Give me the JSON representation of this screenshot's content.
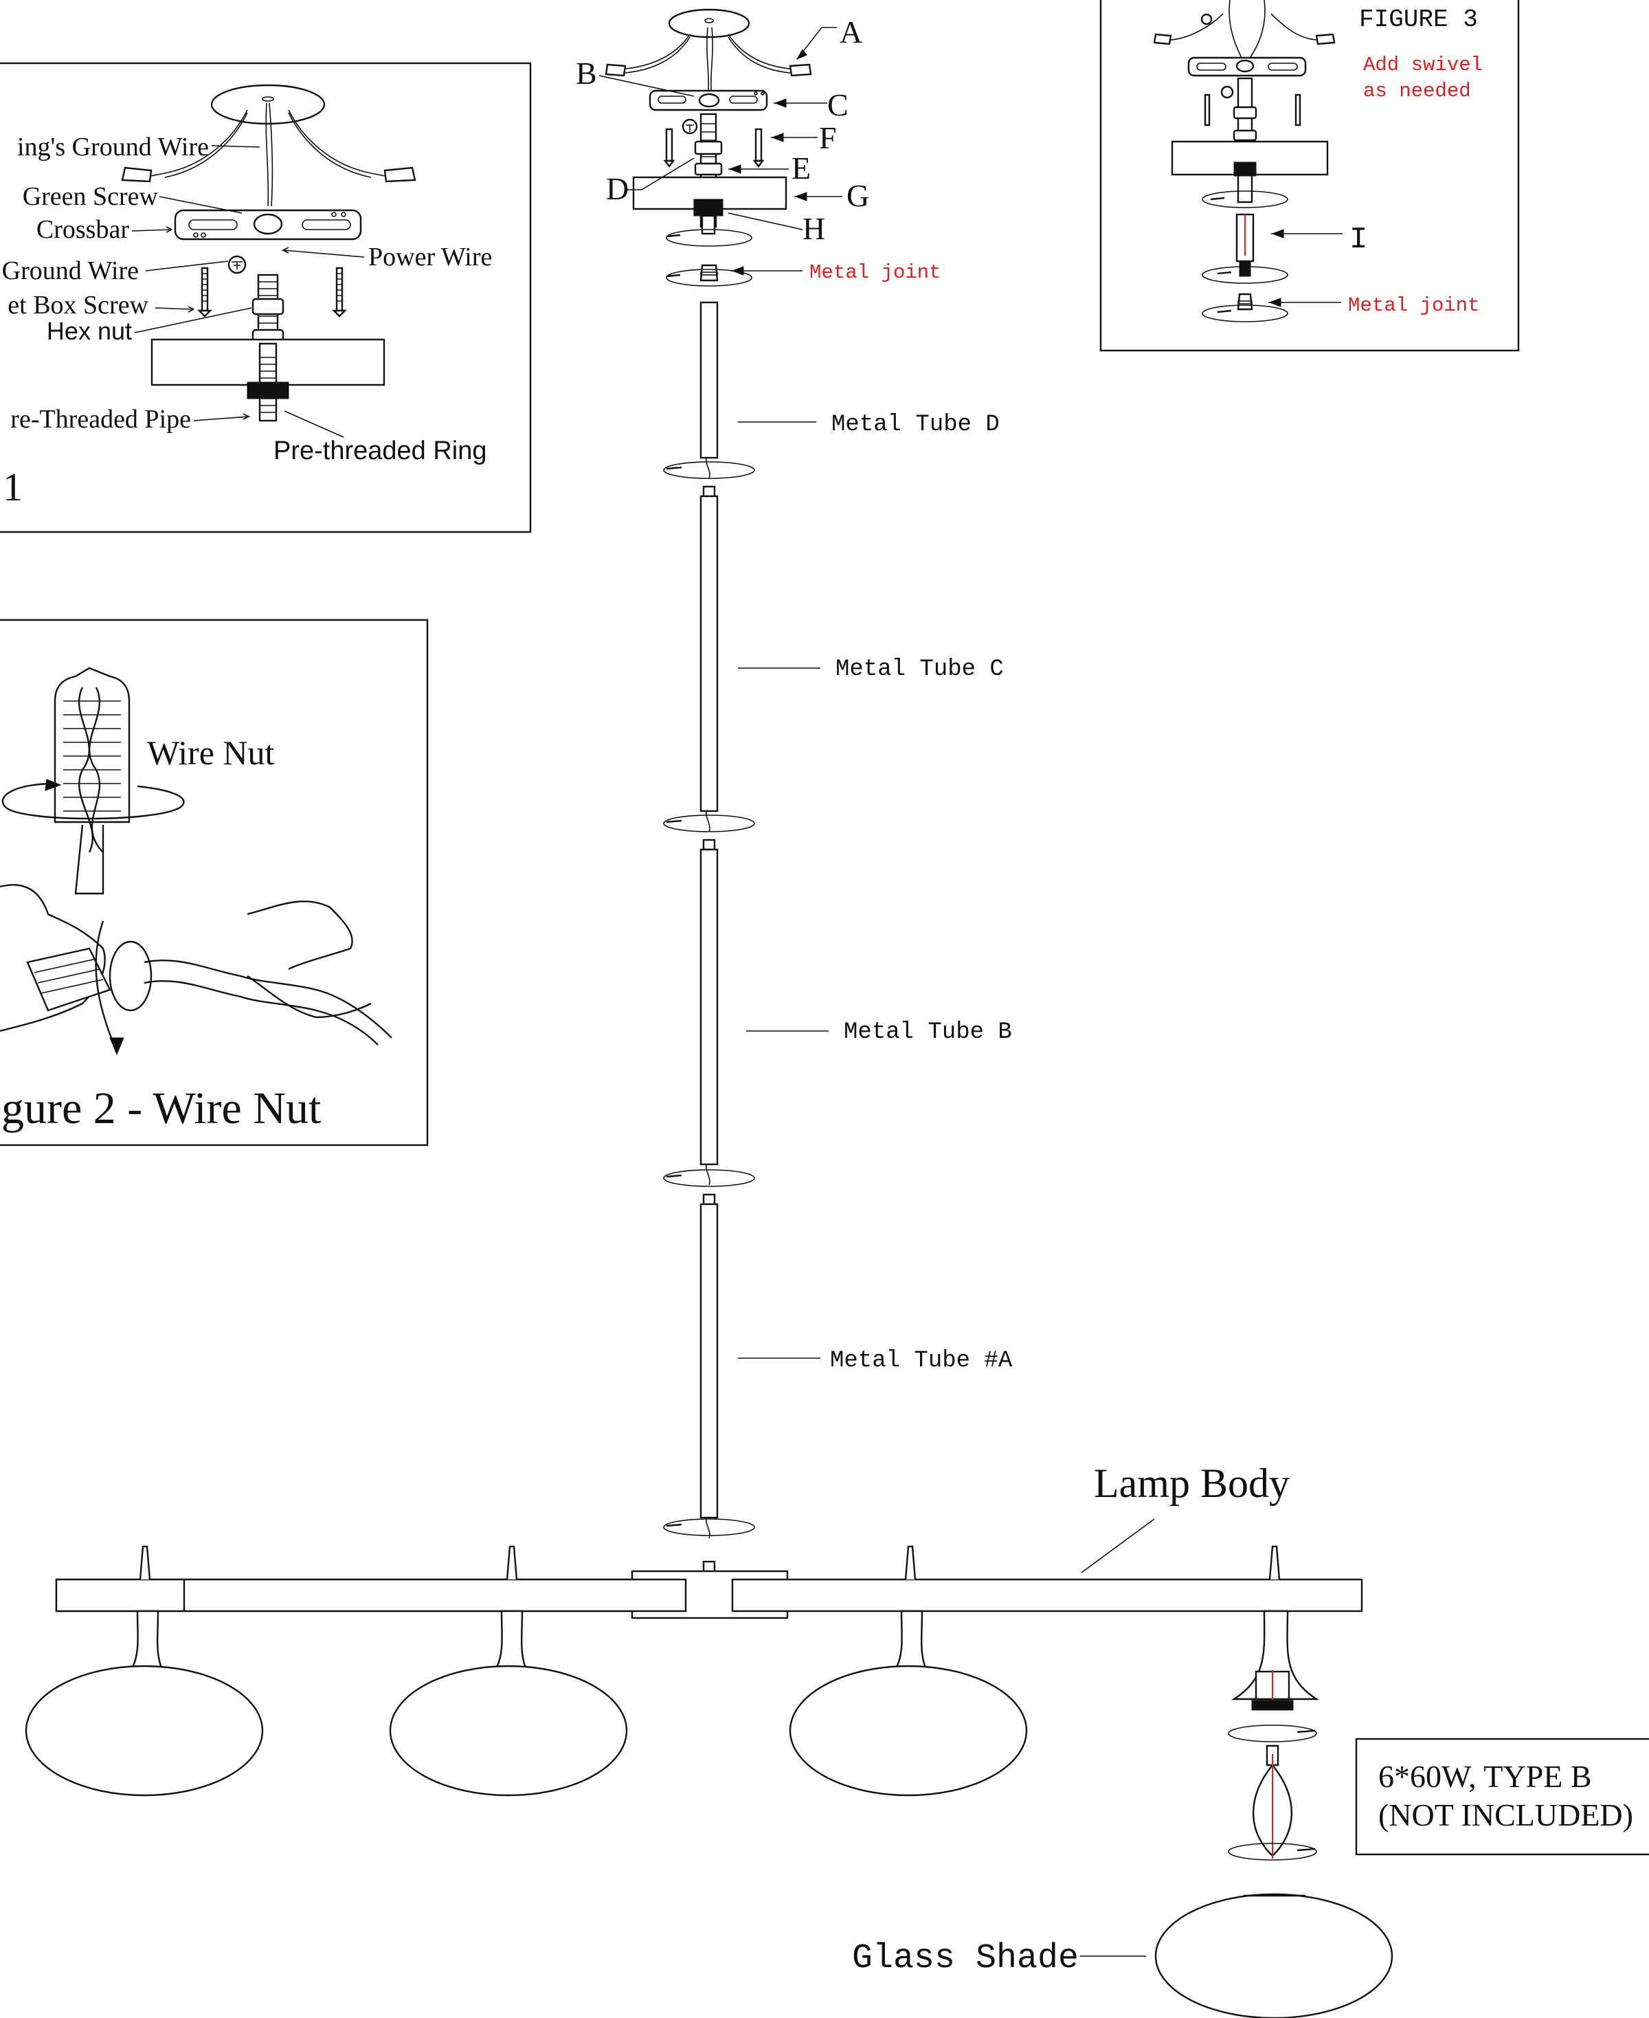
{
  "figure1": {
    "labels": {
      "fixture_ground_wire": "ing's Ground Wire",
      "green_screw": "Green Screw",
      "crossbar": "Crossbar",
      "ground_wire": "Ground Wire",
      "outlet_box_screw": "et Box Screw",
      "hex_nut": "Hex nut",
      "pre_threaded_pipe": "re-Threaded Pipe",
      "power_wire": "Power Wire",
      "pre_threaded_ring": "Pre-threaded Ring",
      "figure_number": "1"
    }
  },
  "figure2": {
    "wire_nut_label": "Wire Nut",
    "caption": "gure 2 - Wire Nut"
  },
  "figure3": {
    "title": "FIGURE 3",
    "note_line1": "Add swivel",
    "note_line2": "as needed",
    "part_i": "I",
    "metal_joint": "Metal joint"
  },
  "main": {
    "parts": {
      "a": "A",
      "b": "B",
      "c": "C",
      "d": "D",
      "e": "E",
      "f": "F",
      "g": "G",
      "h": "H"
    },
    "metal_joint": "Metal joint",
    "tubes": {
      "d": "Metal Tube D",
      "c": "Metal Tube C",
      "b": "Metal Tube B",
      "a": "Metal Tube #A"
    },
    "lamp_body": "Lamp Body",
    "glass_shade": "Glass Shade",
    "bulb_spec_line1": "6*60W, TYPE B",
    "bulb_spec_line2": "(NOT INCLUDED)"
  },
  "colors": {
    "line": "#111111",
    "accent_red": "#e02020",
    "background": "#ffffff"
  }
}
